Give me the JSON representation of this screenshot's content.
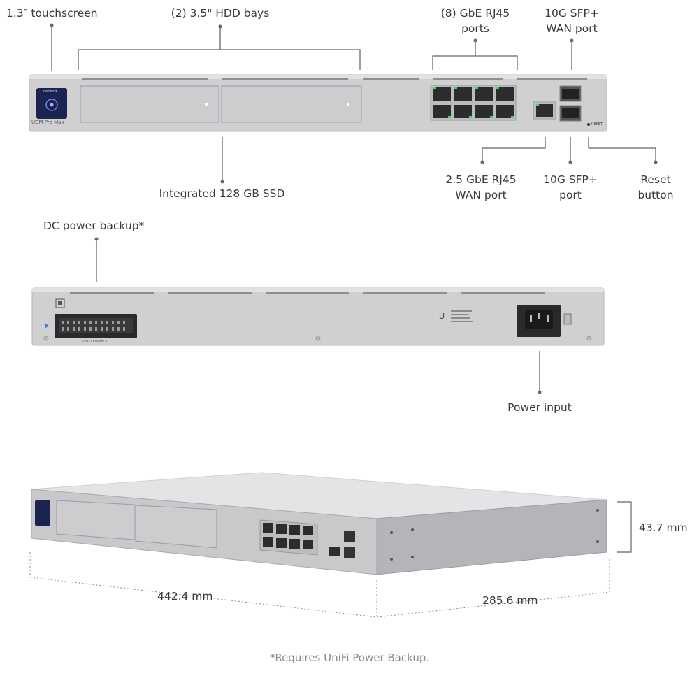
{
  "front_labels": {
    "touchscreen": "1.3″ touchscreen",
    "hdd_bays": "(2) 3.5\" HDD bays",
    "rj45_ports_l1": "(8) GbE RJ45",
    "rj45_ports_l2": "ports",
    "sfp_wan_l1": "10G SFP+",
    "sfp_wan_l2": "WAN port",
    "ssd": "Integrated 128 GB SSD",
    "wan25_l1": "2.5 GbE RJ45",
    "wan25_l2": "WAN port",
    "sfp_l1": "10G SFP+",
    "sfp_l2": "port",
    "reset_l1": "Reset",
    "reset_l2": "button"
  },
  "device_text": {
    "model": "UDM Pro Max",
    "screen_word": "network",
    "reset_print": "RESET",
    "usp_connect": "USP CONNECT"
  },
  "rear_labels": {
    "dc_backup": "DC power backup*",
    "power_input": "Power input"
  },
  "dimensions": {
    "width": "442.4 mm",
    "depth": "285.6 mm",
    "height": "43.7 mm"
  },
  "footnote": "*Requires UniFi Power Backup.",
  "colors": {
    "chassis": "#cfcfd1",
    "chassis_edge": "#b5b5b8",
    "port_led": "#3ddc5a",
    "screen": "#1c2a5c",
    "leader_line": "#666666"
  }
}
